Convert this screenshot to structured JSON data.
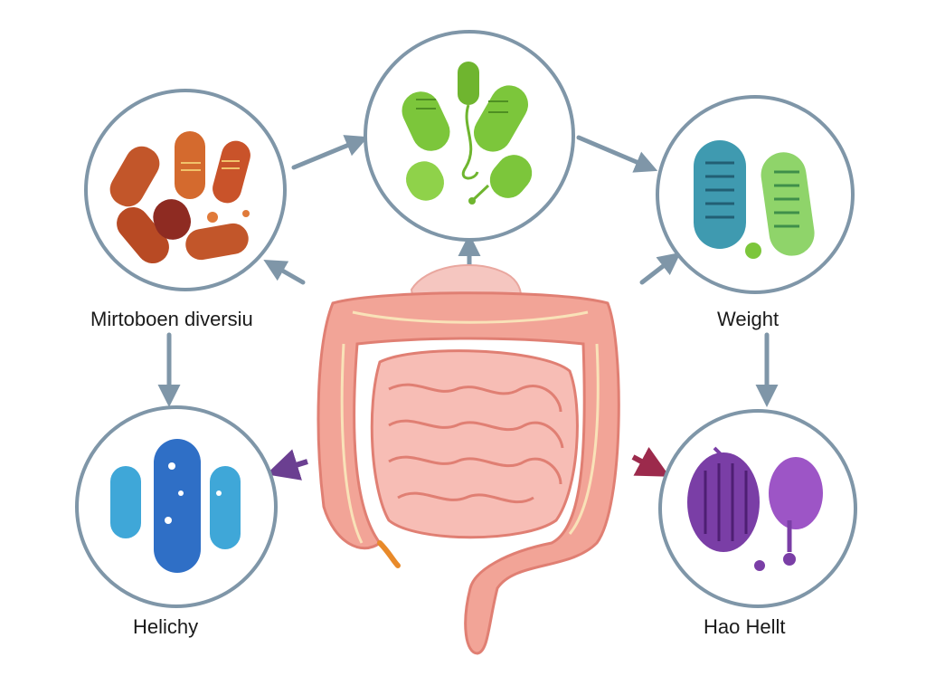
{
  "labels": {
    "top_left": "Mirtoboen diversiu",
    "top_right": "Weight",
    "bottom_left": "Helichy",
    "bottom_right": "Hao Hellt"
  },
  "colors": {
    "circle_border": "#7f96a8",
    "arrow": "#7f96a8",
    "arrow_purple": "#6b3f91",
    "arrow_red": "#9c2a4c",
    "gut": "#f2a497",
    "gut_dark": "#e07f73",
    "stomach": "#f5c6c0",
    "bacteria_brown": "#c2562a",
    "bacteria_green": "#7cc63b",
    "bacteria_teal": "#3f9ab0",
    "bacteria_blue": "#2f7fd0",
    "bacteria_purple": "#7a3ea6"
  },
  "icons": {
    "top_left": "rod-bacteria-brown-icon",
    "top_center": "bacilli-green-icon",
    "top_right": "bacteria-teal-green-icon",
    "bottom_left": "bacteria-blue-icon",
    "bottom_right": "bacteria-purple-icon",
    "center": "intestine-icon"
  }
}
